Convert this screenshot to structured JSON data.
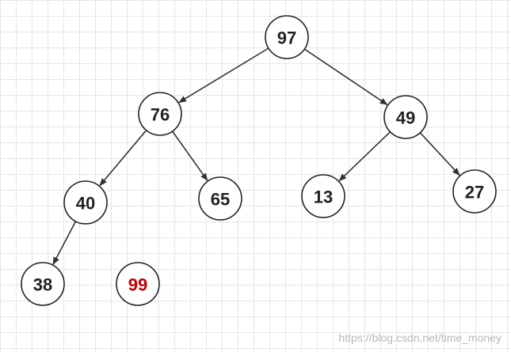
{
  "diagram": {
    "nodes": [
      {
        "id": "n97",
        "label": "97",
        "color": "#222222"
      },
      {
        "id": "n76",
        "label": "76",
        "color": "#222222"
      },
      {
        "id": "n49",
        "label": "49",
        "color": "#222222"
      },
      {
        "id": "n40",
        "label": "40",
        "color": "#222222"
      },
      {
        "id": "n65",
        "label": "65",
        "color": "#222222"
      },
      {
        "id": "n13",
        "label": "13",
        "color": "#222222"
      },
      {
        "id": "n27",
        "label": "27",
        "color": "#222222"
      },
      {
        "id": "n38",
        "label": "38",
        "color": "#222222"
      },
      {
        "id": "n99",
        "label": "99",
        "color": "#c00000"
      }
    ],
    "edges": [
      {
        "from": "n97",
        "to": "n76"
      },
      {
        "from": "n97",
        "to": "n49"
      },
      {
        "from": "n76",
        "to": "n40"
      },
      {
        "from": "n76",
        "to": "n65"
      },
      {
        "from": "n49",
        "to": "n13"
      },
      {
        "from": "n49",
        "to": "n27"
      },
      {
        "from": "n40",
        "to": "n38"
      }
    ]
  },
  "watermark": {
    "text": "https://blog.csdn.net/time_money"
  }
}
